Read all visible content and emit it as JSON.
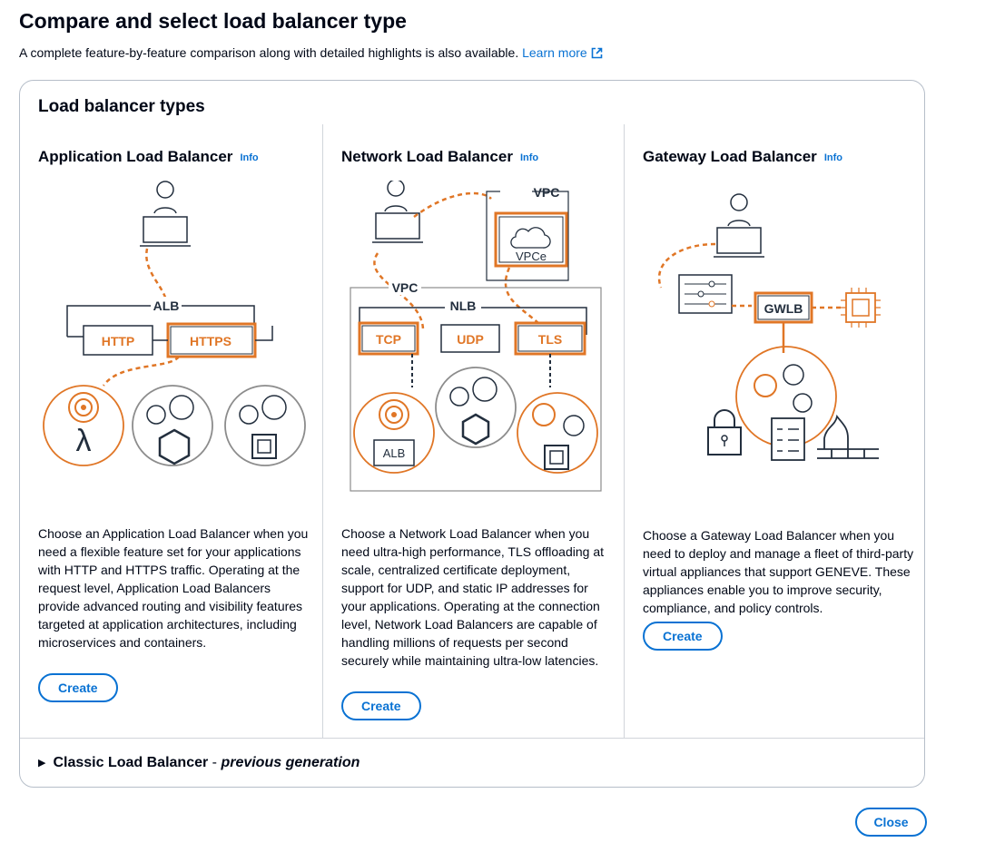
{
  "header": {
    "title": "Compare and select load balancer type",
    "description": "A complete feature-by-feature comparison along with detailed highlights is also available.",
    "learn_more": "Learn more"
  },
  "panel": {
    "title": "Load balancer types",
    "columns": [
      {
        "name": "Application Load Balancer",
        "info": "Info",
        "description": "Choose an Application Load Balancer when you need a flexible feature set for your applications with HTTP and HTTPS traffic. Operating at the request level, Application Load Balancers provide advanced routing and visibility features targeted at application architectures, including microservices and containers.",
        "create": "Create",
        "diagram": {
          "group": "ALB",
          "labels": [
            "HTTP",
            "HTTPS"
          ]
        }
      },
      {
        "name": "Network Load Balancer",
        "info": "Info",
        "description": "Choose a Network Load Balancer when you need ultra-high performance, TLS offloading at scale, centralized certificate deployment, support for UDP, and static IP addresses for your applications. Operating at the connection level, Network Load Balancers are capable of handling millions of requests per second securely while maintaining ultra-low latencies.",
        "create": "Create",
        "diagram": {
          "vpc_top": "VPC",
          "endpoint": "VPCe",
          "vpc": "VPC",
          "group": "NLB",
          "labels": [
            "TCP",
            "UDP",
            "TLS"
          ],
          "target": "ALB"
        }
      },
      {
        "name": "Gateway Load Balancer",
        "info": "Info",
        "description": "Choose a Gateway Load Balancer when you need to deploy and manage a fleet of third-party virtual appliances that support GENEVE. These appliances enable you to improve security, compliance, and policy controls.",
        "create": "Create",
        "diagram": {
          "group": "GWLB"
        }
      }
    ],
    "classic": {
      "name": "Classic Load Balancer",
      "separator": " - ",
      "sub": "previous generation"
    }
  },
  "footer": {
    "close": "Close"
  },
  "colors": {
    "accent": "#0972d3",
    "orange": "#e07626",
    "ink": "#232f3e",
    "gray": "#8c8c8c"
  }
}
